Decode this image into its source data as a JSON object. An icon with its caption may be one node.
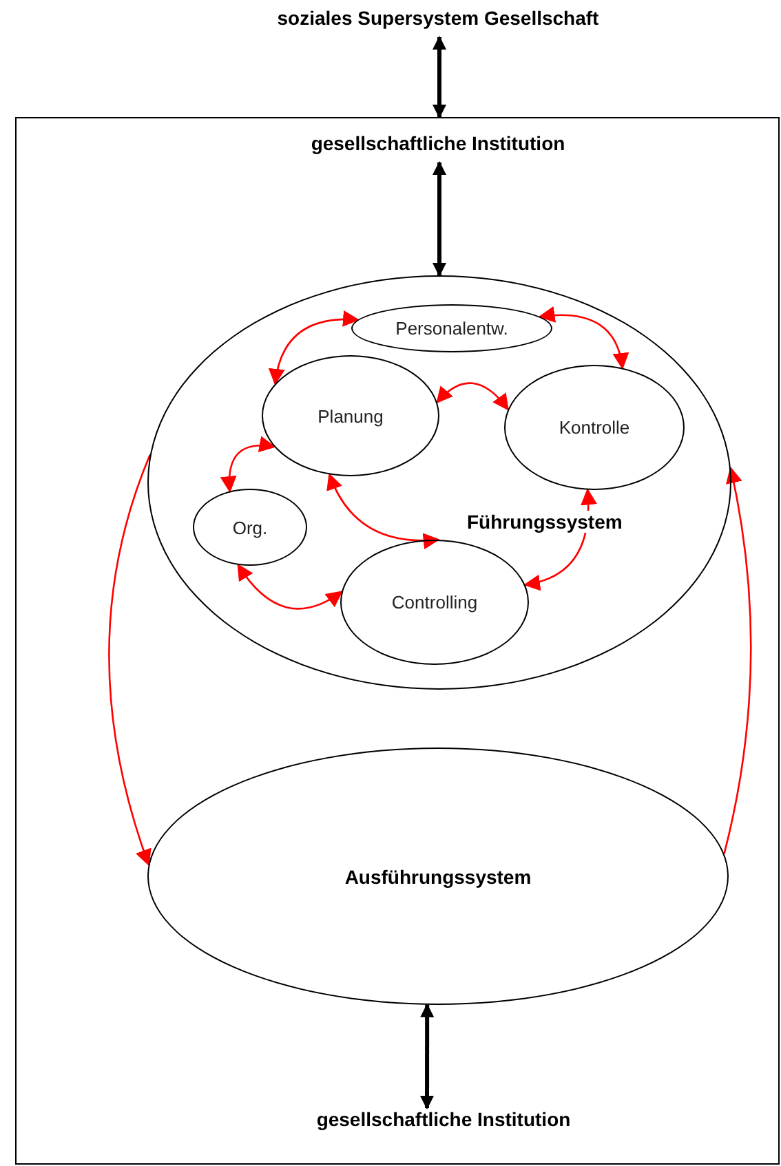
{
  "diagram": {
    "nodes": [
      {
        "text": [
          "soziales Supersystem Gesellschaft"
        ]
      },
      {
        "text": [],
        "shape": "box"
      },
      {
        "text": [
          "gesellschaftliche Institution"
        ],
        "in": 1
      },
      {
        "text": [
          "Führungssystem"
        ],
        "in": 1
      },
      {
        "text": [
          "Personalentw."
        ],
        "in": 3
      },
      {
        "text": [
          "Planung"
        ],
        "in": 3
      },
      {
        "text": [
          "Kontrolle"
        ],
        "in": 3
      },
      {
        "text": [
          "Org."
        ],
        "in": 3
      },
      {
        "text": [
          "Controlling"
        ],
        "in": 3
      },
      {
        "text": [
          "Ausführungssystem"
        ],
        "in": 1
      },
      {
        "text": [
          "gesellschaftliche Institution"
        ],
        "in": 1
      }
    ],
    "edges": [
      {
        "from": 0,
        "to": 1,
        "arrow": "both",
        "style": "thick",
        "color": "#000000"
      },
      {
        "from": 2,
        "to": 3,
        "arrow": "both",
        "style": "thick",
        "color": "#000000"
      },
      {
        "from": 4,
        "to": 5,
        "arrow": "both"
      },
      {
        "from": 4,
        "to": 6,
        "arrow": "both"
      },
      {
        "from": 5,
        "to": 6,
        "arrow": "both"
      },
      {
        "from": 5,
        "to": 7,
        "arrow": "both"
      },
      {
        "from": 5,
        "to": 8,
        "arrow": "both"
      },
      {
        "from": 7,
        "to": 8,
        "arrow": "both"
      },
      {
        "from": 6,
        "to": 8,
        "arrow": "both"
      },
      {
        "from": 3,
        "to": 9,
        "arrow": "to"
      },
      {
        "from": 9,
        "to": 3,
        "arrow": "to"
      },
      {
        "from": 9,
        "to": 10,
        "arrow": "both",
        "style": "thick",
        "color": "#000000"
      }
    ]
  }
}
